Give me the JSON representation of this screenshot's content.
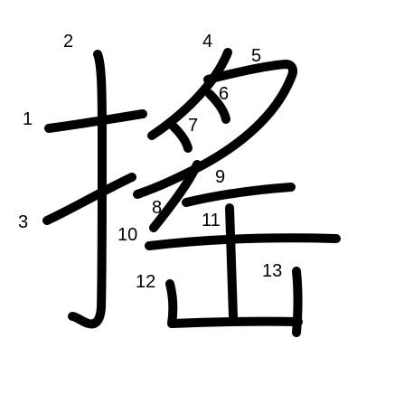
{
  "character": "搖",
  "stroke_color": "#000000",
  "background_color": "#ffffff",
  "stroke_numbers": [
    "1",
    "2",
    "3",
    "4",
    "5",
    "6",
    "7",
    "8",
    "9",
    "10",
    "11",
    "12",
    "13"
  ]
}
